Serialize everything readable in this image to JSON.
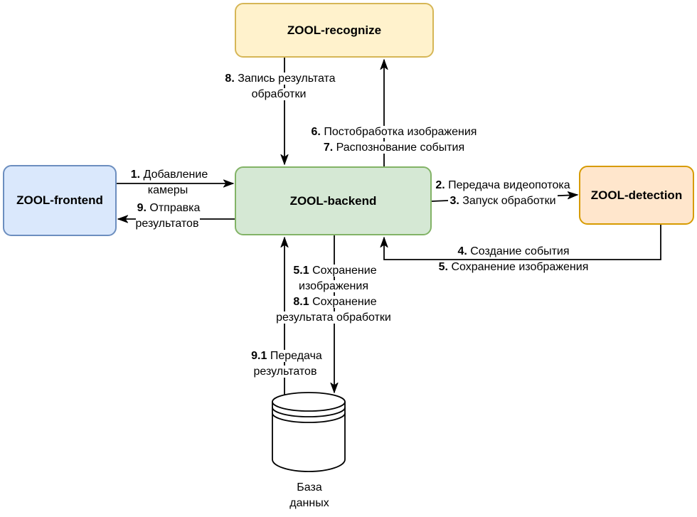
{
  "nodes": {
    "recognize": {
      "label": "ZOOL-recognize",
      "fill": "#FFF2CC",
      "border": "#D6B656"
    },
    "frontend": {
      "label": "ZOOL-frontend",
      "fill": "#DAE8FC",
      "border": "#6C8EBF"
    },
    "backend": {
      "label": "ZOOL-backend",
      "fill": "#D5E8D4",
      "border": "#82B366"
    },
    "detection": {
      "label": "ZOOL-detection",
      "fill": "#FFE6CC",
      "border": "#D79B00"
    },
    "database": {
      "label": "База данных"
    }
  },
  "edge_labels": {
    "step1": {
      "num": "1.",
      "text": "Добавление камеры"
    },
    "step2": {
      "num": "2.",
      "text": "Передача видеопотока"
    },
    "step3": {
      "num": "3.",
      "text": "Запуск обработки"
    },
    "step4": {
      "num": "4.",
      "text": "Создание события"
    },
    "step5": {
      "num": "5.",
      "text": "Сохранение изображения"
    },
    "step5_1": {
      "num": "5.1",
      "text": "Сохранение изображения"
    },
    "step6": {
      "num": "6.",
      "text": "Постобработка изображения"
    },
    "step7": {
      "num": "7.",
      "text": "Распознование события"
    },
    "step8": {
      "num": "8.",
      "text": "Запись результата обработки"
    },
    "step8_1": {
      "num": "8.1",
      "text": "Сохранение результата обработки"
    },
    "step9": {
      "num": "9.",
      "text": "Отправка результатов"
    },
    "step9_1": {
      "num": "9.1",
      "text": "Передача результатов"
    }
  },
  "colors": {
    "edge_stroke": "#000000",
    "background": "#FFFFFF"
  }
}
